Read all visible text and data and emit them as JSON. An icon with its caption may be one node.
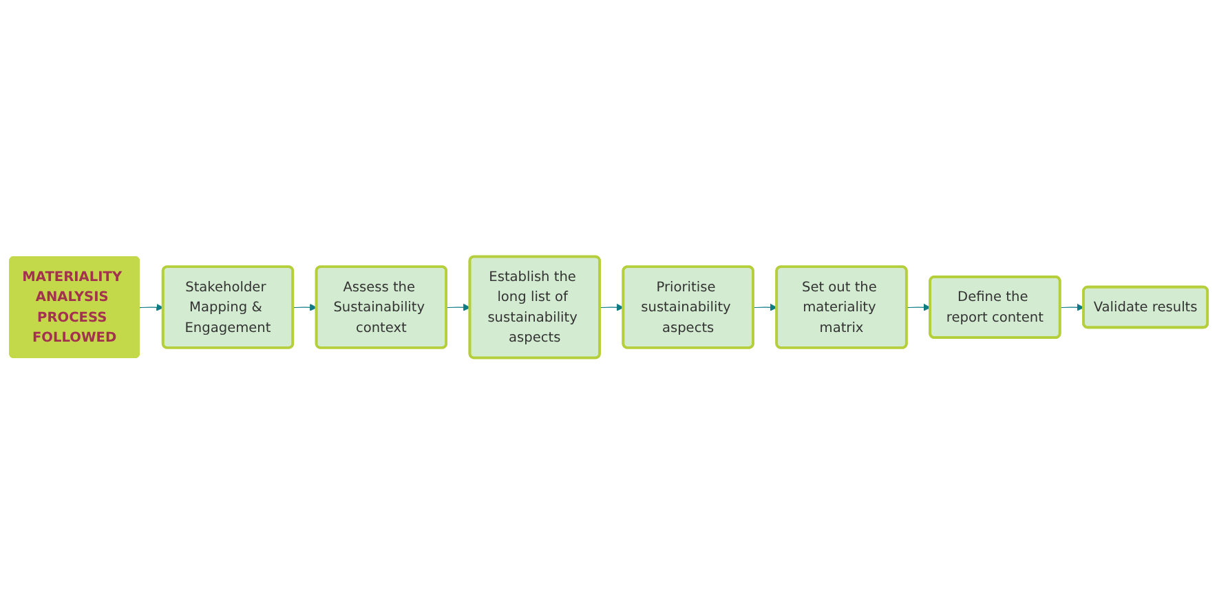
{
  "diagram": {
    "nodes": [
      {
        "text": [
          "MATERIALITY ANALYSIS PROCESS FOLLOWED"
        ]
      },
      {
        "text": [
          "Stakeholder Mapping & Engagement"
        ]
      },
      {
        "text": [
          "Assess the Sustainability context"
        ]
      },
      {
        "text": [
          "Establish the long list of sustainability aspects"
        ]
      },
      {
        "text": [
          "Prioritise sustainability aspects"
        ]
      },
      {
        "text": [
          "Set out the materiality matrix"
        ]
      },
      {
        "text": [
          "Define the report content"
        ]
      },
      {
        "text": [
          "Validate results"
        ]
      }
    ],
    "edges": [
      {
        "from": 0,
        "to": 1,
        "arrow": "to"
      },
      {
        "from": 1,
        "to": 2,
        "arrow": "to"
      },
      {
        "from": 2,
        "to": 3,
        "arrow": "to"
      },
      {
        "from": 3,
        "to": 4,
        "arrow": "to"
      },
      {
        "from": 4,
        "to": 5,
        "arrow": "to"
      },
      {
        "from": 5,
        "to": 6,
        "arrow": "to"
      },
      {
        "from": 6,
        "to": 7,
        "arrow": "to"
      }
    ]
  }
}
